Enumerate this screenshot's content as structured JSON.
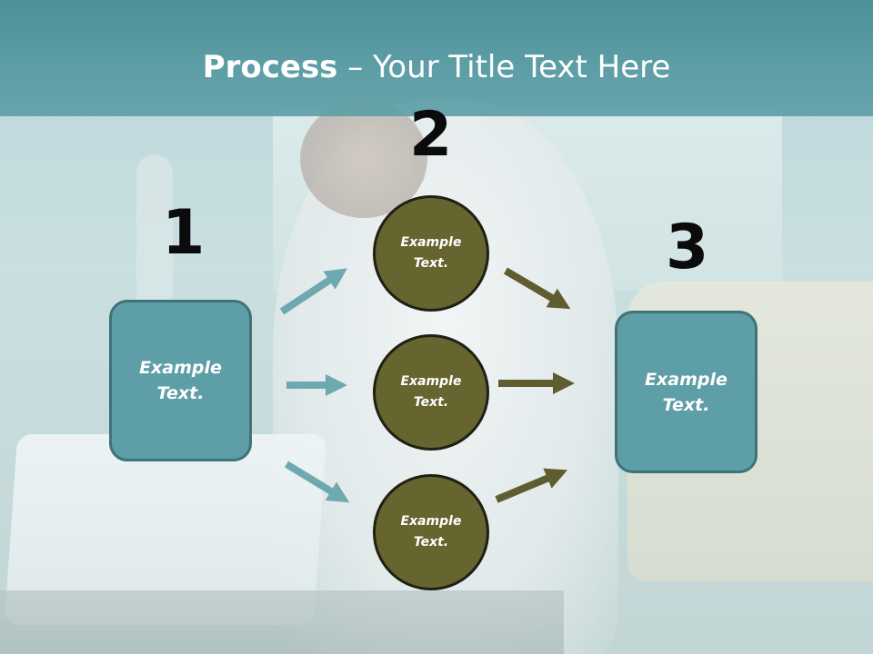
{
  "title": {
    "bold": "Process",
    "rest": " – Your Title Text Here"
  },
  "numbers": {
    "one": "1",
    "two": "2",
    "three": "3"
  },
  "boxes": {
    "left": {
      "line1": "Example",
      "line2": "Text."
    },
    "right": {
      "line1": "Example",
      "line2": "Text."
    }
  },
  "circles": [
    {
      "line1": "Example",
      "line2": "Text."
    },
    {
      "line1": "Example",
      "line2": "Text."
    },
    {
      "line1": "Example",
      "line2": "Text."
    }
  ],
  "colors": {
    "teal": "#5e9ea6",
    "olive": "#66642f",
    "teal_arrow": "#6fa9b0",
    "olive_arrow": "#5f5d30"
  }
}
